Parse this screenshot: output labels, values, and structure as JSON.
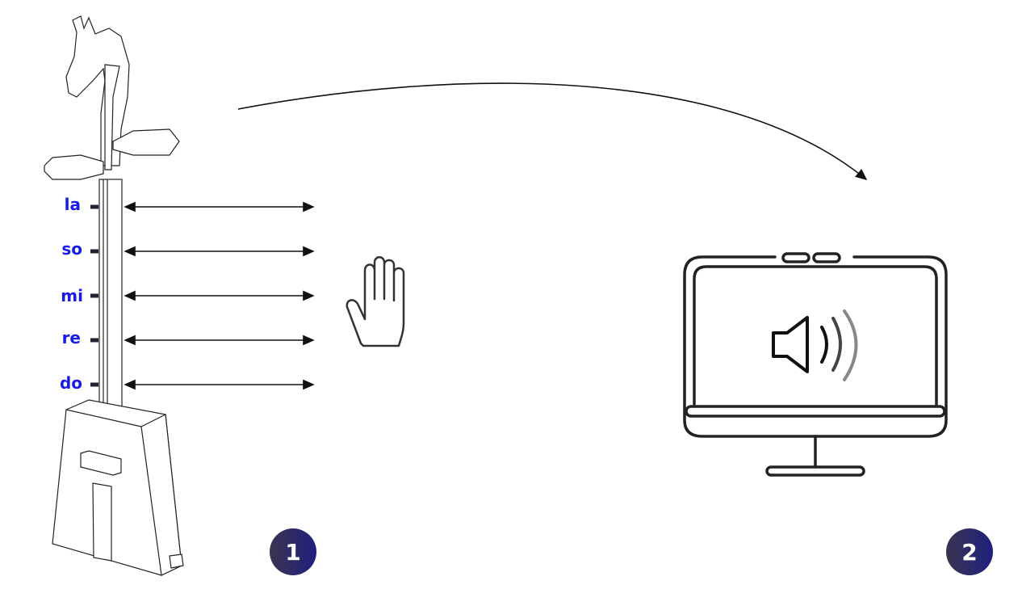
{
  "notes": [
    "la",
    "so",
    "mi",
    "re",
    "do"
  ],
  "steps": [
    "1",
    "2"
  ],
  "colors": {
    "note_text": "#1a1ae6",
    "badge": "#1f2080",
    "line": "#222222"
  }
}
